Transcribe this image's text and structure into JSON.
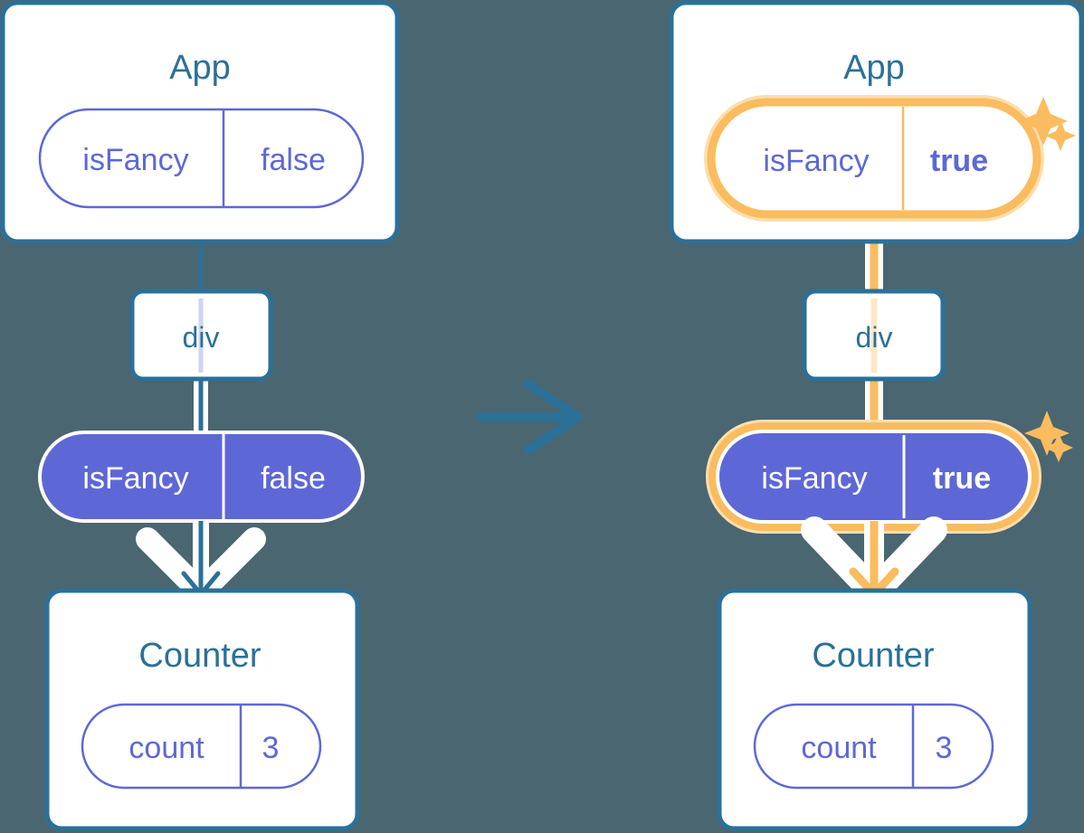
{
  "background_color": "#4a6670",
  "colors": {
    "card_border": "#2b7099",
    "card_fill": "#ffffff",
    "title_text": "#2b7099",
    "pill_purple": "#5d68d6",
    "pill_outline_text": "#5d68d6",
    "pill_solid_text": "#ffffff",
    "highlight_orange": "#fabc5f",
    "highlight_glow": "#fbdfae",
    "connector_blue": "#2b7099",
    "connector_white": "#ffffff",
    "arrow_blue": "#2b7099",
    "arrow_orange": "#fabc5f",
    "div_inner_line_blue": "#ccd6f2",
    "div_inner_line_orange": "#fde8c4"
  },
  "transition_arrow": {
    "icon": "arrow-right-icon",
    "color": "#2b7099"
  },
  "panels": [
    {
      "id": "before",
      "app_card": {
        "title": "App",
        "pill": {
          "key": "isFancy",
          "value": "false",
          "style": "outline",
          "highlighted": false,
          "value_bold": false
        }
      },
      "div_node": {
        "label": "div"
      },
      "prop_pill": {
        "key": "isFancy",
        "value": "false",
        "style": "solid",
        "highlighted": false,
        "value_bold": false
      },
      "counter_card": {
        "title": "Counter",
        "pill": {
          "key": "count",
          "value": "3",
          "style": "outline",
          "highlighted": false,
          "value_bold": false
        }
      },
      "sparkles": false
    },
    {
      "id": "after",
      "app_card": {
        "title": "App",
        "pill": {
          "key": "isFancy",
          "value": "true",
          "style": "outline",
          "highlighted": true,
          "value_bold": true
        }
      },
      "div_node": {
        "label": "div"
      },
      "prop_pill": {
        "key": "isFancy",
        "value": "true",
        "style": "solid",
        "highlighted": true,
        "value_bold": true
      },
      "counter_card": {
        "title": "Counter",
        "pill": {
          "key": "count",
          "value": "3",
          "style": "outline",
          "highlighted": false,
          "value_bold": false
        }
      },
      "sparkles": true
    }
  ]
}
